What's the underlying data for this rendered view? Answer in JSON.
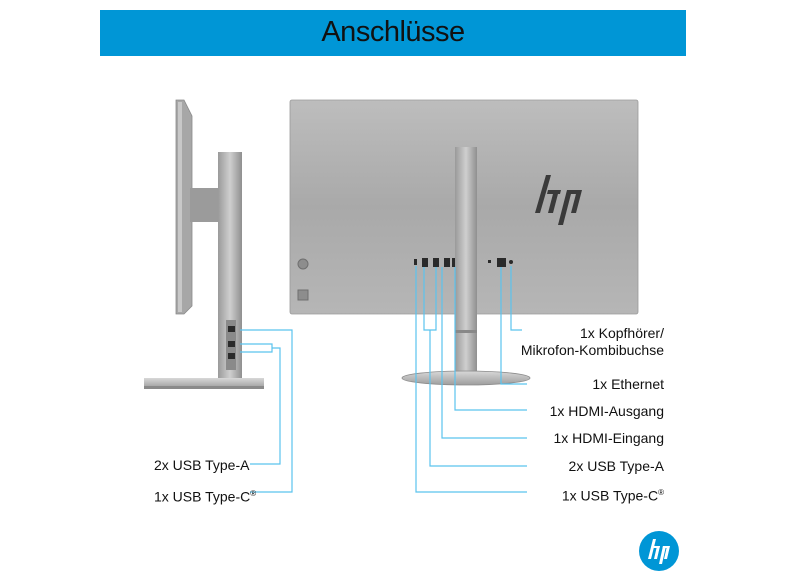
{
  "title": "Anschlüsse",
  "right_labels": {
    "audio_line1": "1x Kopfhörer/",
    "audio_line2": "Mikrofon-Kombibuchse",
    "ethernet": "1x Ethernet",
    "hdmi_out": "1x HDMI-Ausgang",
    "hdmi_in": "1x HDMI-Eingang",
    "usb_a": "2x USB Type-A",
    "usb_c": "1x USB Type-C"
  },
  "left_labels": {
    "usb_a": "2x USB Type-A",
    "usb_c": "1x USB Type-C"
  },
  "trademark": "®",
  "colors": {
    "banner": "#0096d6",
    "callout_line": "#5bc3ee",
    "hp_logo": "#0096d6"
  }
}
